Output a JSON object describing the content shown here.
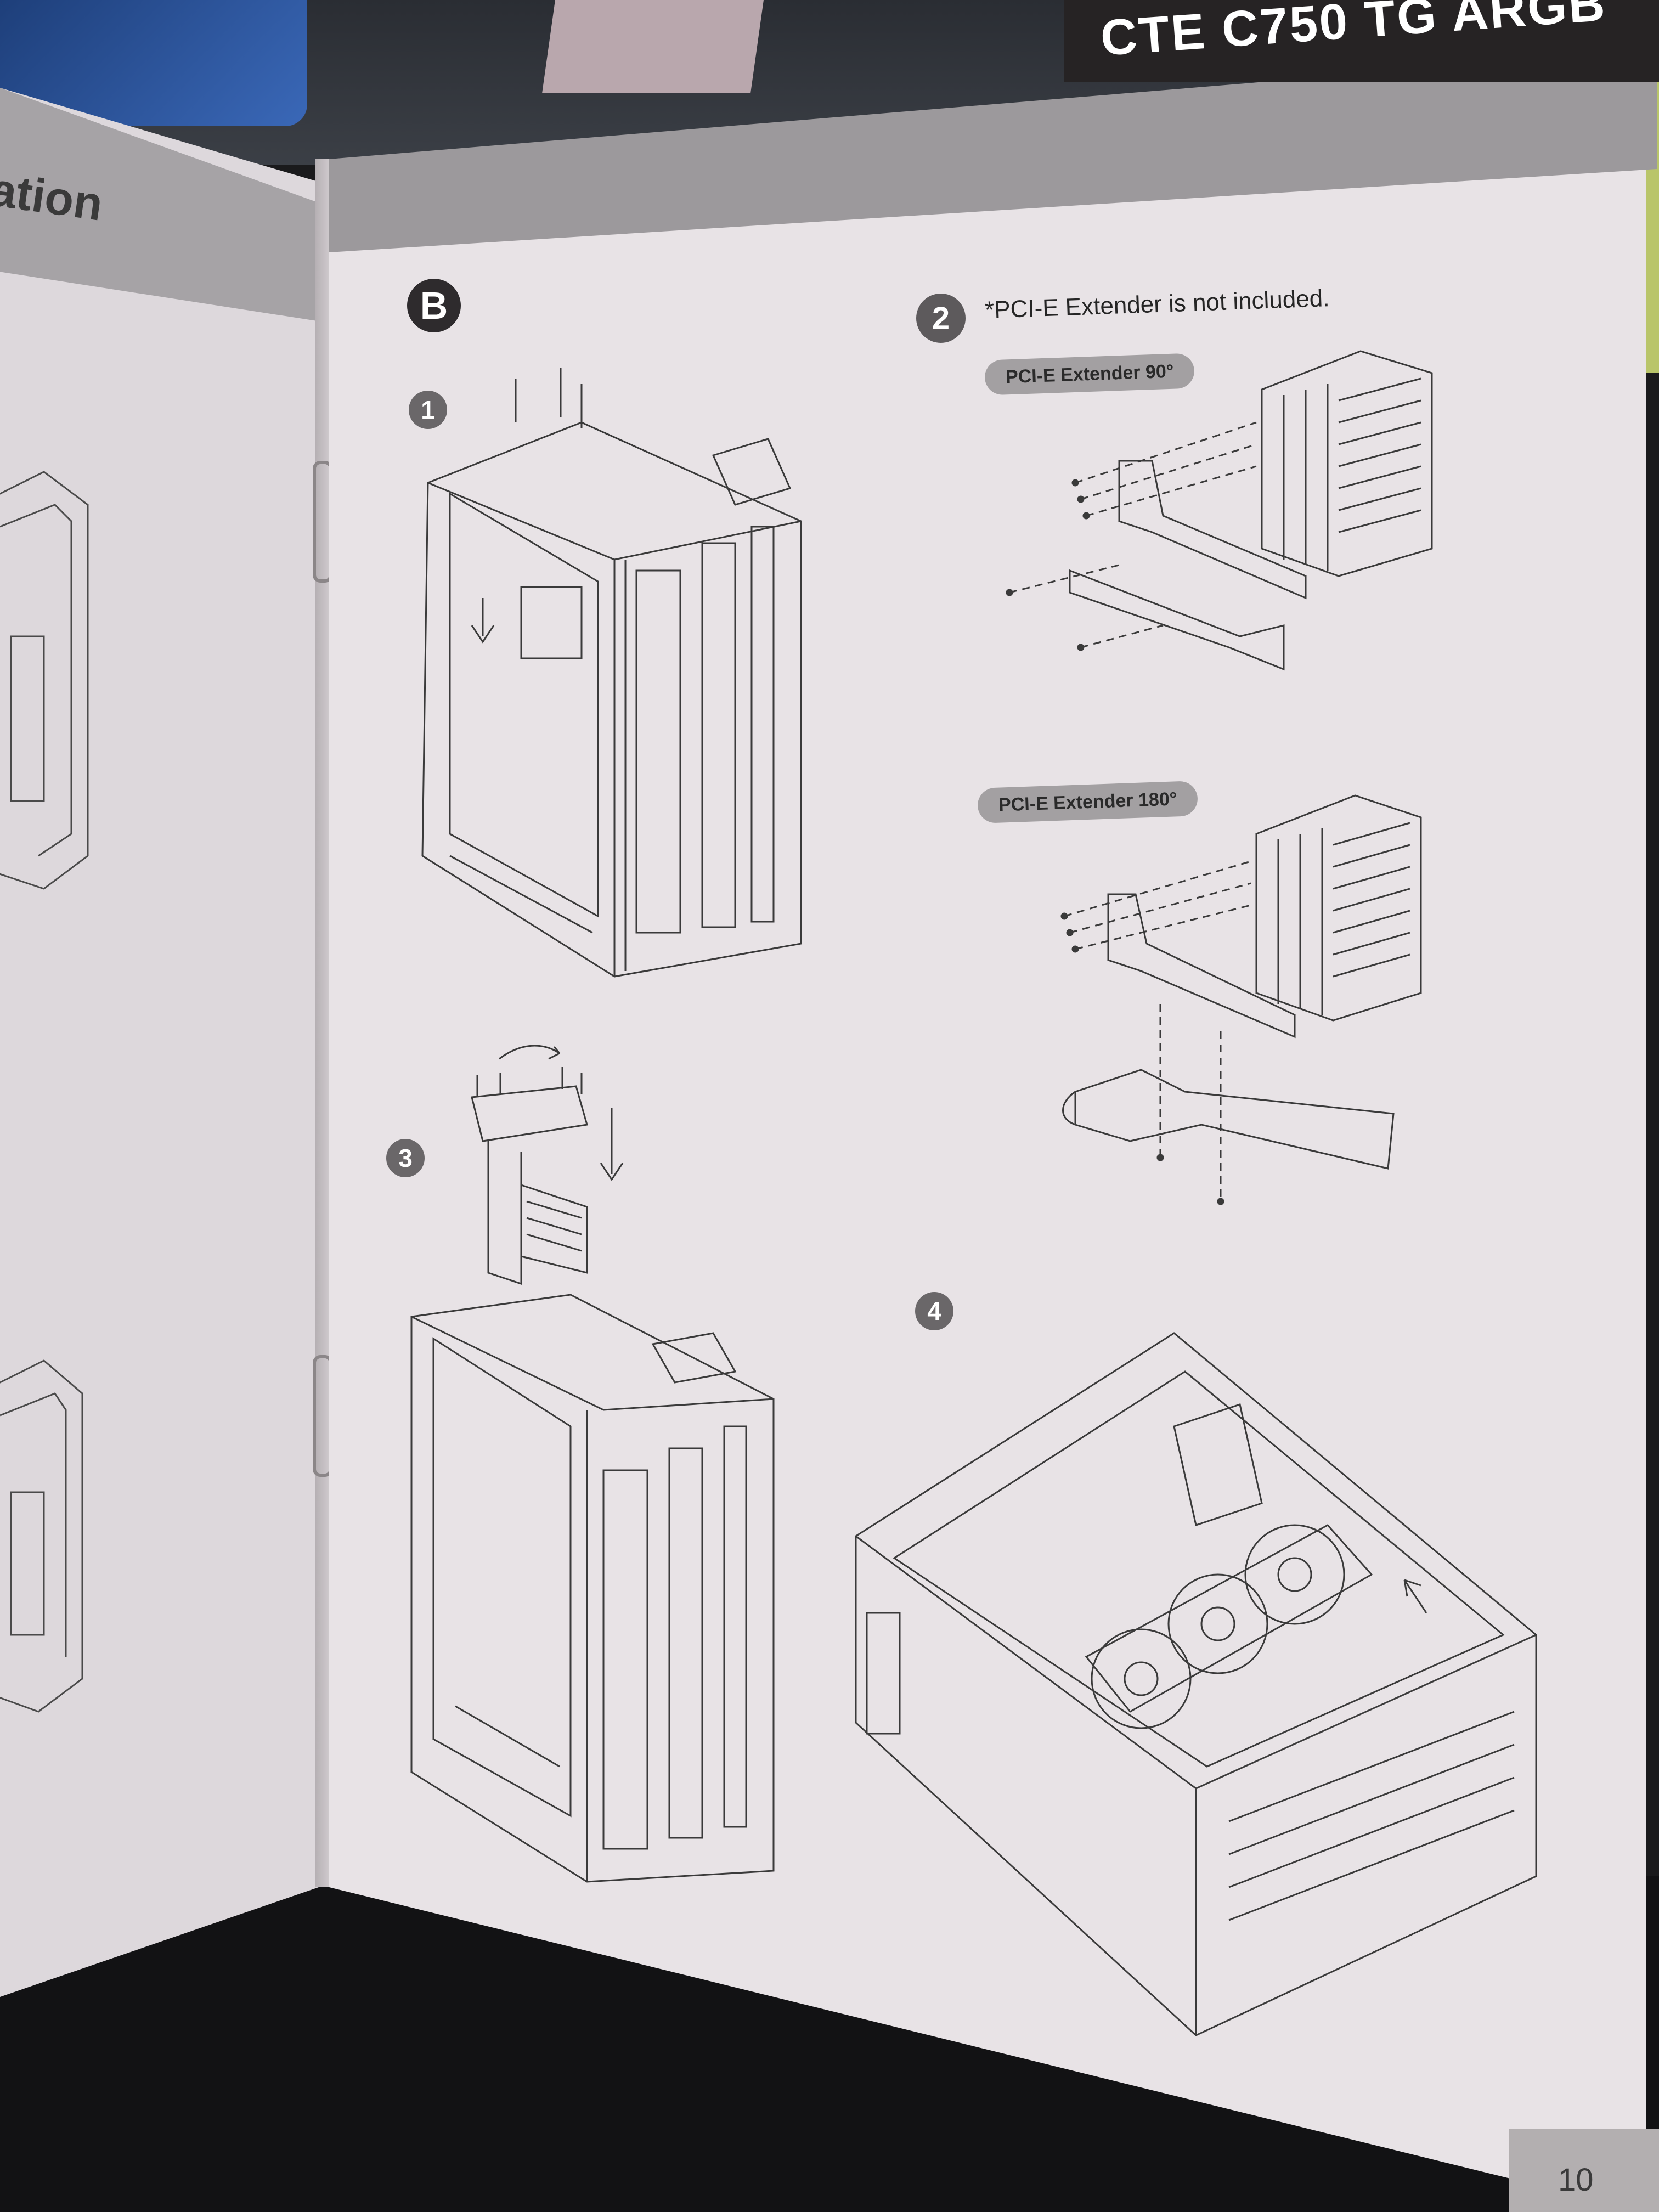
{
  "header": {
    "product_title": "CTE C750 TG ARGB",
    "left_section_label": "ation"
  },
  "section": {
    "letter": "B"
  },
  "steps": [
    {
      "number": "1"
    },
    {
      "number": "2",
      "note": "*PCI-E Extender is not included."
    },
    {
      "number": "3"
    },
    {
      "number": "4"
    }
  ],
  "extenders": [
    {
      "label": "PCI-E Extender 90°"
    },
    {
      "label": "PCI-E Extender 180°"
    }
  ],
  "footer": {
    "page_number": "10"
  },
  "colors": {
    "title_bar": "#262324",
    "page": "#e8e3e6",
    "line_art": "#3a3a3a"
  }
}
